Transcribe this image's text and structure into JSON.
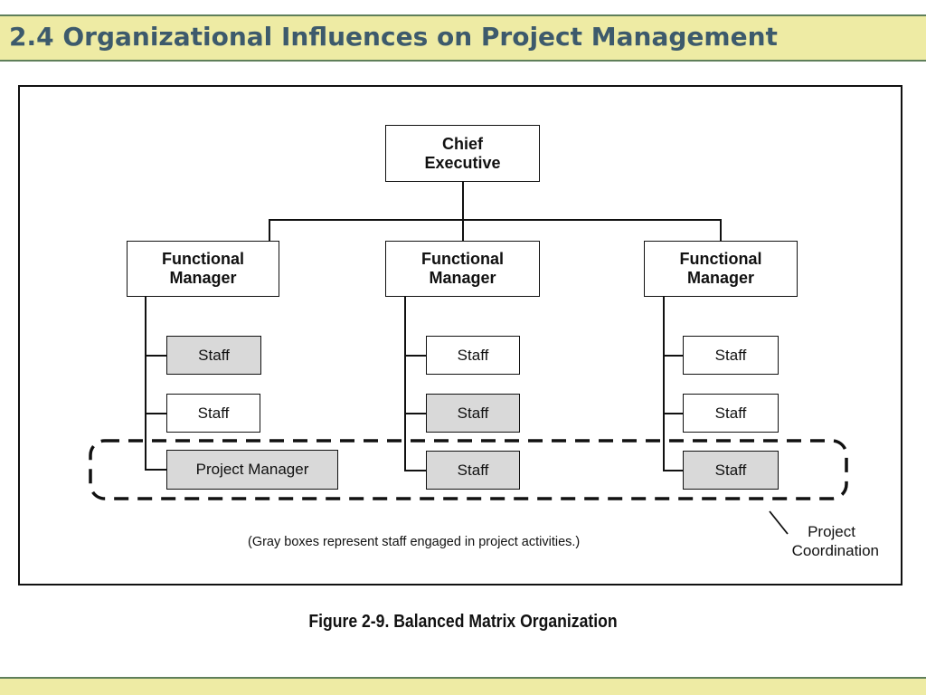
{
  "slide": {
    "title": "2.4 Organizational Influences on Project Management"
  },
  "diagram": {
    "chief": {
      "line1": "Chief",
      "line2": "Executive"
    },
    "managers": [
      {
        "line1": "Functional",
        "line2": "Manager"
      },
      {
        "line1": "Functional",
        "line2": "Manager"
      },
      {
        "line1": "Functional",
        "line2": "Manager"
      }
    ],
    "columns": [
      [
        {
          "label": "Staff",
          "gray": true
        },
        {
          "label": "Staff",
          "gray": false
        },
        {
          "label": "Project Manager",
          "gray": true
        }
      ],
      [
        {
          "label": "Staff",
          "gray": false
        },
        {
          "label": "Staff",
          "gray": true
        },
        {
          "label": "Staff",
          "gray": true
        }
      ],
      [
        {
          "label": "Staff",
          "gray": false
        },
        {
          "label": "Staff",
          "gray": false
        },
        {
          "label": "Staff",
          "gray": true
        }
      ]
    ],
    "note": "(Gray boxes represent staff engaged in project activities.)",
    "coordination": {
      "line1": "Project",
      "line2": "Coordination"
    },
    "caption": "Figure 2-9. Balanced Matrix Organization"
  },
  "colors": {
    "title_bar": "#eeeba4",
    "title_text": "#3d5a6c",
    "gray_box": "#d9d9d9"
  }
}
